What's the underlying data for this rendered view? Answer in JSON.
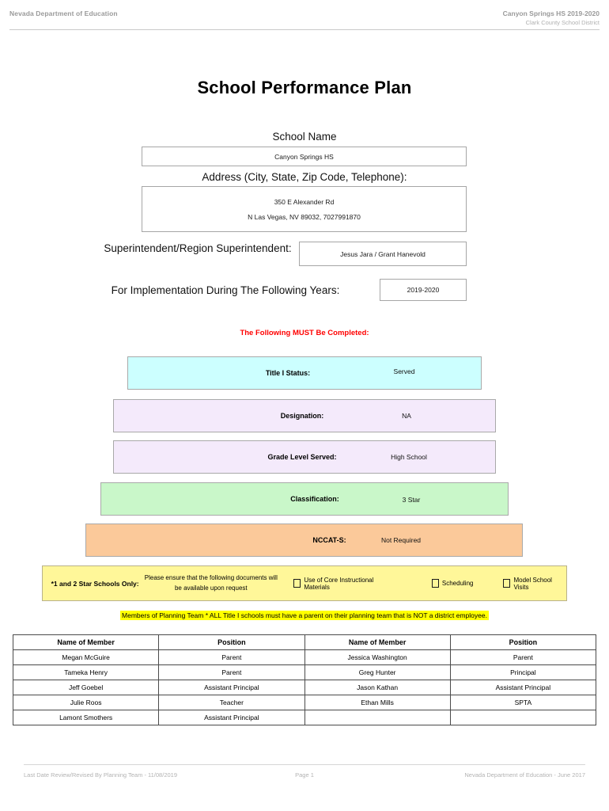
{
  "header": {
    "left": "Nevada Department of Education",
    "right_line1": "Canyon Springs HS  2019-2020",
    "right_line2": "Clark County School District"
  },
  "title": "School Performance Plan",
  "form": {
    "school_name_label": "School Name",
    "school_name_value": "Canyon Springs HS",
    "address_label": "Address (City, State, Zip Code, Telephone):",
    "address_line1": "350 E Alexander Rd",
    "address_line2": "N Las Vegas, NV  89032, 7027991870",
    "superintendent_label": "Superintendent/Region Superintendent:",
    "superintendent_value": "Jesus Jara / Grant Hanevold",
    "implementation_label": "For Implementation During The Following Years:",
    "implementation_value": "2019-2020"
  },
  "must_complete_notice": "The Following MUST Be Completed:",
  "status_bars": [
    {
      "label": "Title I Status:",
      "value": "Served",
      "color": "#CCFFFF"
    },
    {
      "label": "Designation:",
      "value": "NA",
      "color": "#F4EAFB"
    },
    {
      "label": "Grade Level Served:",
      "value": "High School",
      "color": "#F4EAFB"
    },
    {
      "label": "Classification:",
      "value": "3 Star",
      "color": "#C9F7C9"
    },
    {
      "label": "NCCAT-S:",
      "value": "Not Required",
      "color": "#FBC99A"
    }
  ],
  "star_schools": {
    "title": "*1 and 2 Star Schools Only:",
    "note": "Please ensure that the following documents will be available upon request",
    "checkboxes": [
      {
        "label": "Use of Core Instructional Materials",
        "checked": false
      },
      {
        "label": "Scheduling",
        "checked": false
      },
      {
        "label": "Model School Visits",
        "checked": false
      }
    ],
    "highlight_color": "#FFF799"
  },
  "planning_notice": {
    "text": "Members of Planning Team * ALL Title I schools must have a parent on their planning team that is NOT a district employee.",
    "highlight_color": "#FFFF00"
  },
  "members_table": {
    "headers": [
      "Name of Member",
      "Position",
      "Name of Member",
      "Position"
    ],
    "rows": [
      [
        "Megan McGuire",
        "Parent",
        "Jessica Washington",
        "Parent"
      ],
      [
        "Tameka Henry",
        "Parent",
        "Greg Hunter",
        "Principal"
      ],
      [
        "Jeff Goebel",
        "Assistant Principal",
        "Jason Kathan",
        "Assistant Principal"
      ],
      [
        "Julie Roos",
        "Teacher",
        "Ethan Mills",
        "SPTA"
      ],
      [
        "Lamont Smothers",
        "Assistant Principal",
        "",
        ""
      ]
    ]
  },
  "footer": {
    "left": "Last Date Review/Revised By Planning Team - 11/08/2019",
    "center": "Page 1",
    "right": "Nevada Department of Education - June 2017"
  }
}
